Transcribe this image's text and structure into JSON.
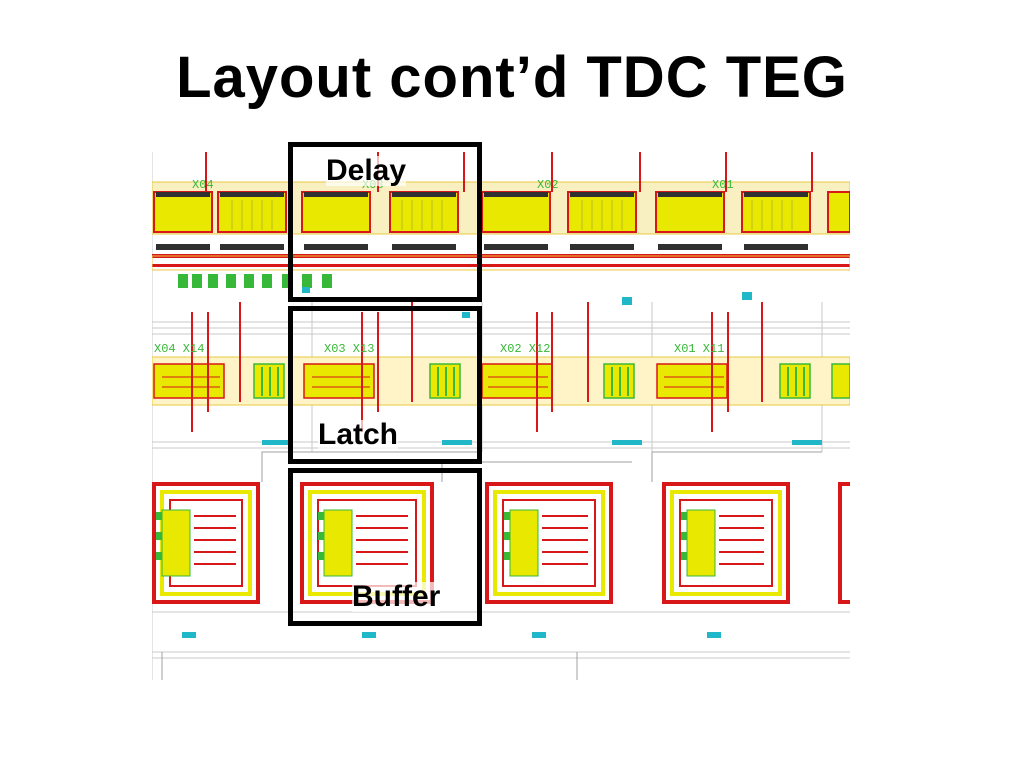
{
  "slide": {
    "title": "Layout cont’d TDC TEG"
  },
  "layout_image": {
    "cell_labels": {
      "delay_row": [
        "X04",
        "X03",
        "X02",
        "X01"
      ],
      "latch_row": [
        "X04  X14",
        "X03  X13",
        "X02  X12",
        "X01  X11"
      ]
    },
    "colors": {
      "yellow": "#e8e800",
      "red": "#d81818",
      "green": "#38b838",
      "cyan": "#20b8c8",
      "grey": "#a0a0a0",
      "olive": "#b8c020"
    }
  },
  "highlight_boxes": [
    {
      "label": "Delay"
    },
    {
      "label": "Latch"
    },
    {
      "label": "Buffer"
    }
  ]
}
